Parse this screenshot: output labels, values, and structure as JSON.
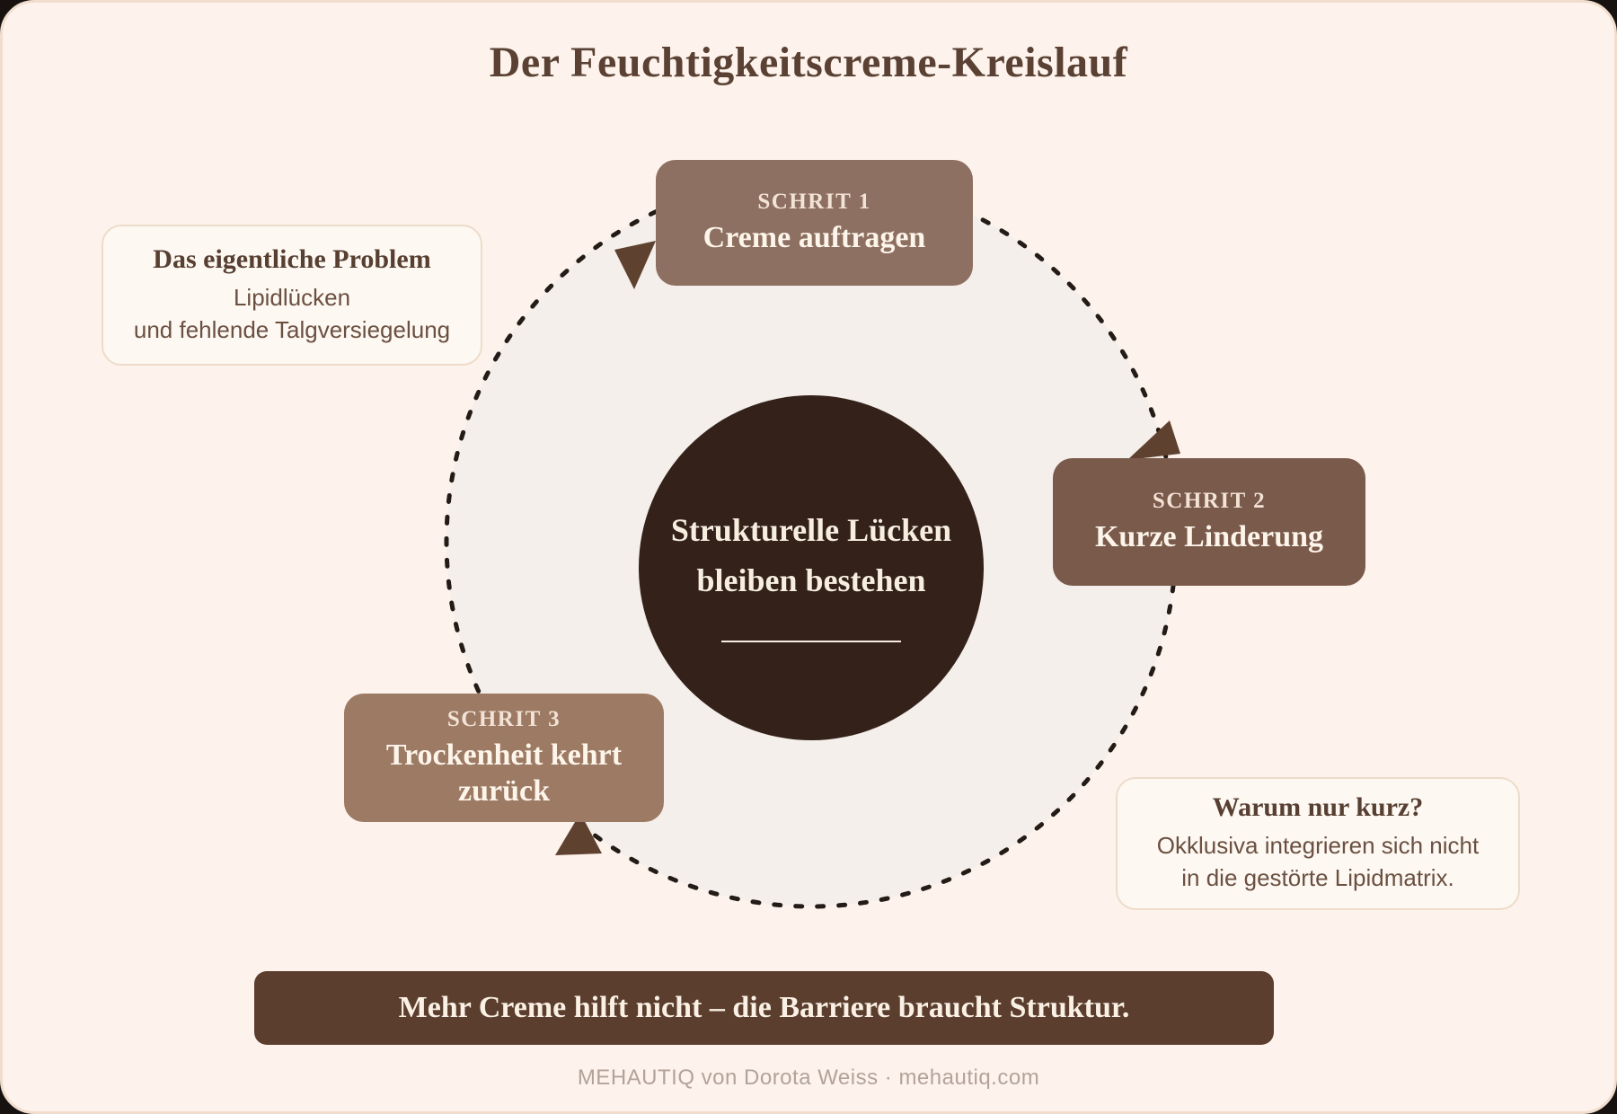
{
  "title": "Der Feuchtigkeitscreme-Kreislauf",
  "steps": [
    {
      "label": "SCHRIT 1",
      "text": "Creme auftragen"
    },
    {
      "label": "SCHRIT 2",
      "text": "Kurze Linderung"
    },
    {
      "label": "SCHRIT 3",
      "text": "Trockenheit kehrt zurück"
    }
  ],
  "center": {
    "line1": "Strukturelle Lücken",
    "line2": "bleiben bestehen"
  },
  "callout_left": {
    "heading": "Das eigentliche Problem",
    "body_line1": "Lipidlücken",
    "body_line2": "und fehlende Talgversiegelung"
  },
  "callout_right": {
    "heading": "Warum nur kurz?",
    "body_line1": "Okklusiva integrieren sich nicht",
    "body_line2": "in die gestörte Lipidmatrix."
  },
  "banner": "Mehr Creme hilft nicht – die Barriere braucht Struktur.",
  "footer": "MEHAUTIQ von Dorota Weiss  ·  mehautiq.com",
  "colors": {
    "card_bg": "#fdf3ec",
    "card_border": "#f0ddcd",
    "ring_fill": "#f4efea",
    "ring_dots": "#221b16",
    "arrow": "#5f4130",
    "step1_bg": "#8d7061",
    "step2_bg": "#7a5a4a",
    "step3_bg": "#9c7a64",
    "hub_bg": "#33211a",
    "banner_bg": "#5b3e2e",
    "heading_text": "#5a4133",
    "body_text": "#6b5041",
    "light_text": "#faf0e4",
    "footer_text": "#b3a29a"
  }
}
